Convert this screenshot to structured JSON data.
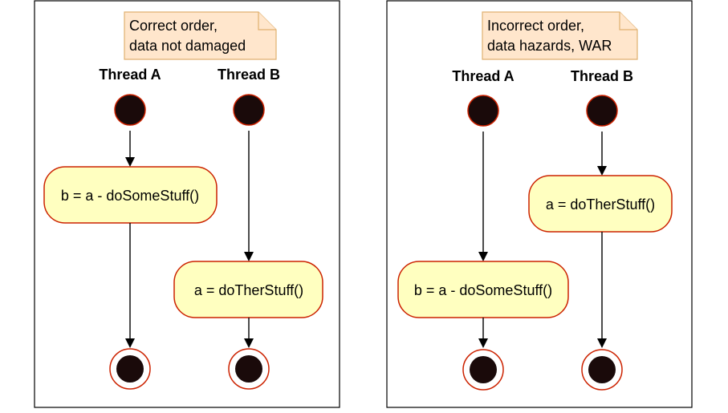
{
  "panels": [
    {
      "note": {
        "line1": "Correct order,",
        "line2": "data not damaged"
      },
      "thread_a": {
        "title": "Thread A",
        "action": "b = a - doSomeStuff()"
      },
      "thread_b": {
        "title": "Thread B",
        "action": "a = doTherStuff()"
      }
    },
    {
      "note": {
        "line1": "Incorrect order,",
        "line2": "data hazards, WAR"
      },
      "thread_a": {
        "title": "Thread A",
        "action": "b = a - doSomeStuff()"
      },
      "thread_b": {
        "title": "Thread B",
        "action": "a = doTherStuff()"
      }
    }
  ],
  "colors": {
    "note_fill": "#ffe6cc",
    "note_border": "#e0b070",
    "action_fill": "#ffffc0",
    "node_border": "#cc2200",
    "node_fill": "#1a0a0a"
  }
}
